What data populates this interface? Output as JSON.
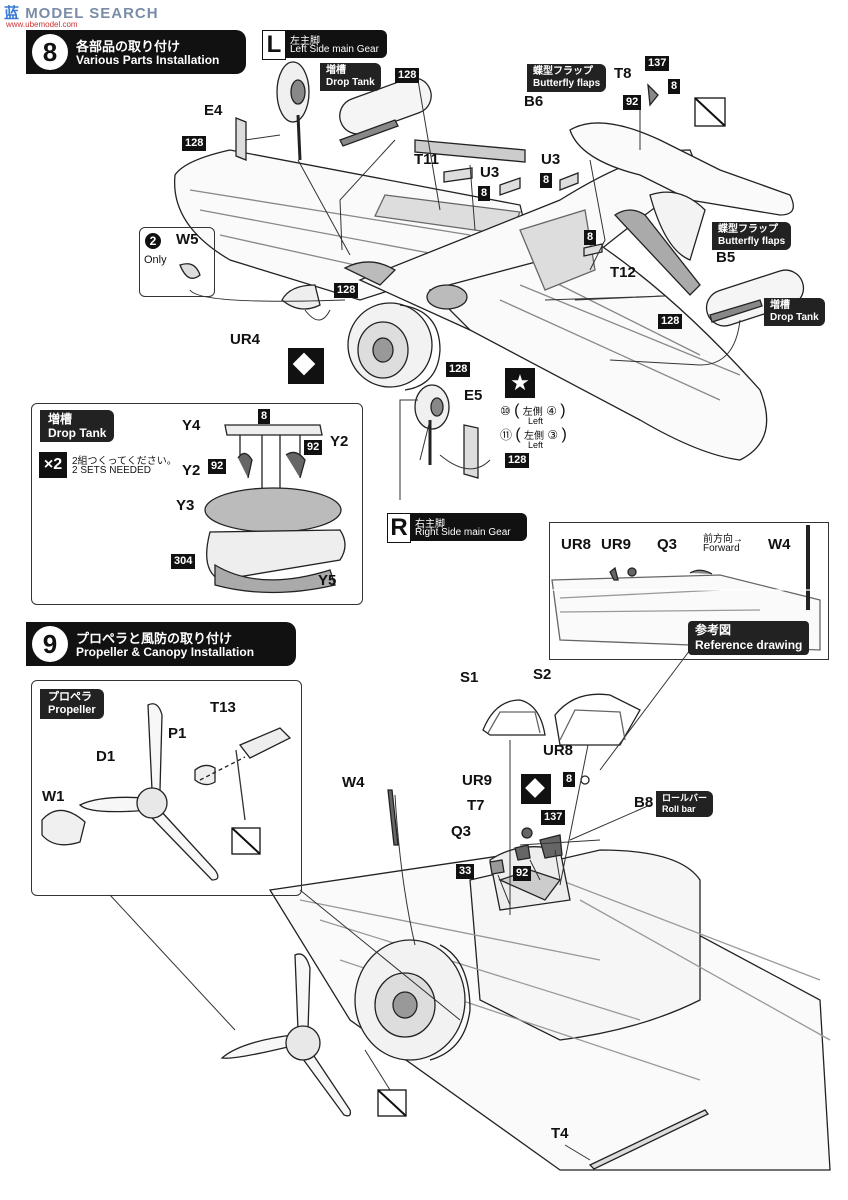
{
  "watermark": {
    "logo_text": "蓝",
    "brand": "MODEL SEARCH",
    "url": "www.ubemodel.com"
  },
  "step8": {
    "number": "8",
    "title_jp": "各部品の取り付け",
    "title_en": "Various Parts Installation"
  },
  "step9": {
    "number": "9",
    "title_jp": "プロペラと風防の取り付け",
    "title_en": "Propeller & Canopy Installation"
  },
  "gear_left": {
    "letter": "L",
    "jp": "左主脚",
    "en": "Left Side main Gear"
  },
  "gear_right": {
    "letter": "R",
    "jp": "右主脚",
    "en": "Right Side main Gear"
  },
  "tags": {
    "drop_tank_jp": "増槽",
    "drop_tank_en": "Drop Tank",
    "butterfly_jp": "蝶型フラップ",
    "butterfly_en": "Butterfly flaps",
    "rollbar_jp": "ロールバー",
    "rollbar_en": "Roll bar",
    "reference_jp": "参考図",
    "reference_en": "Reference drawing",
    "propeller_jp": "プロペラ",
    "propeller_en": "Propeller"
  },
  "only_panel": {
    "number": "2",
    "label": "Only",
    "part": "W5"
  },
  "tank_panel": {
    "multiplier": "×2",
    "note_jp": "2組つくってください。",
    "note_en": "2 SETS NEEDED"
  },
  "forward": {
    "jp": "前方向→",
    "en": "Forward"
  },
  "left_side": {
    "jp": "左側",
    "en": "Left"
  },
  "codes": [
    "128",
    "137",
    "92",
    "8",
    "304",
    "33"
  ],
  "parts": {
    "E4": "E4",
    "B6": "B6",
    "T8": "T8",
    "T11": "T11",
    "U3": "U3",
    "W5": "W5",
    "T12": "T12",
    "B5": "B5",
    "UR4": "UR4",
    "E5": "E5",
    "Y4": "Y4",
    "Y2": "Y2",
    "Y3": "Y3",
    "Y5": "Y5",
    "UR8": "UR8",
    "UR9": "UR9",
    "Q3": "Q3",
    "W4": "W4",
    "S1": "S1",
    "S2": "S2",
    "T7": "T7",
    "B8": "B8",
    "T4": "T4",
    "T13": "T13",
    "P1": "P1",
    "D1": "D1",
    "W1": "W1"
  },
  "circled": {
    "n10": "⑩",
    "n11": "⑪",
    "n4": "④",
    "n3": "③"
  }
}
